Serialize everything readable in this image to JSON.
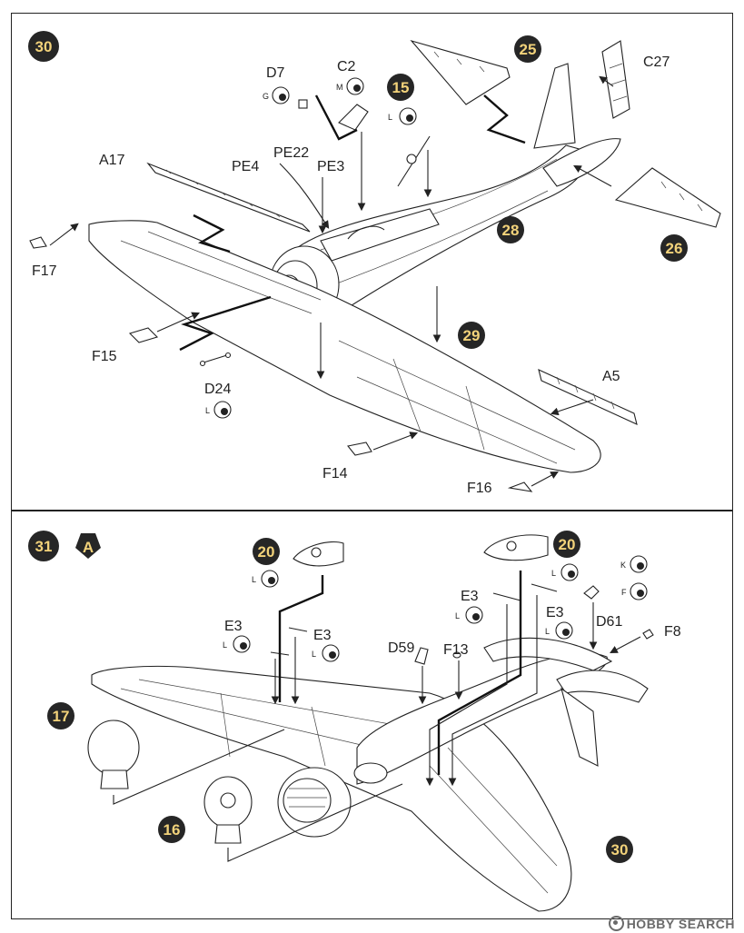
{
  "top_panel": {
    "step": "30",
    "callouts": [
      "25",
      "15",
      "28",
      "26",
      "29"
    ],
    "parts": {
      "d7": {
        "label": "D7",
        "paint": "G"
      },
      "c2": {
        "label": "C2",
        "paint": "M"
      },
      "c27": {
        "label": "C27"
      },
      "a17": {
        "label": "A17"
      },
      "pe22": {
        "label": "PE22"
      },
      "pe4": {
        "label": "PE4"
      },
      "pe3": {
        "label": "PE3"
      },
      "f17": {
        "label": "F17"
      },
      "f15": {
        "label": "F15"
      },
      "d24": {
        "label": "D24",
        "paint": "L"
      },
      "a5": {
        "label": "A5"
      },
      "f14": {
        "label": "F14"
      },
      "f16": {
        "label": "F16"
      }
    },
    "callout15_paint": "L"
  },
  "bottom_panel": {
    "step": "31",
    "variant": "A",
    "callouts": {
      "c20a": "20",
      "c20b": "20",
      "c17": "17",
      "c16": "16",
      "c30": "30"
    },
    "parts": {
      "e3a": {
        "label": "E3",
        "paint": "L"
      },
      "e3b": {
        "label": "E3",
        "paint": "L"
      },
      "e3c": {
        "label": "E3",
        "paint": "L"
      },
      "e3d": {
        "label": "E3",
        "paint": "L"
      },
      "d59": {
        "label": "D59"
      },
      "f13": {
        "label": "F13"
      },
      "d61": {
        "label": "D61"
      },
      "f8": {
        "label": "F8"
      }
    },
    "paint20a": "L",
    "paint20b": "L",
    "paint_k": "K",
    "paint_f": "F"
  },
  "watermark": {
    "text": "HOBBY SEARCH"
  },
  "colors": {
    "badge": "#262626",
    "badge_text": "#f2d27a",
    "line": "#222222"
  }
}
